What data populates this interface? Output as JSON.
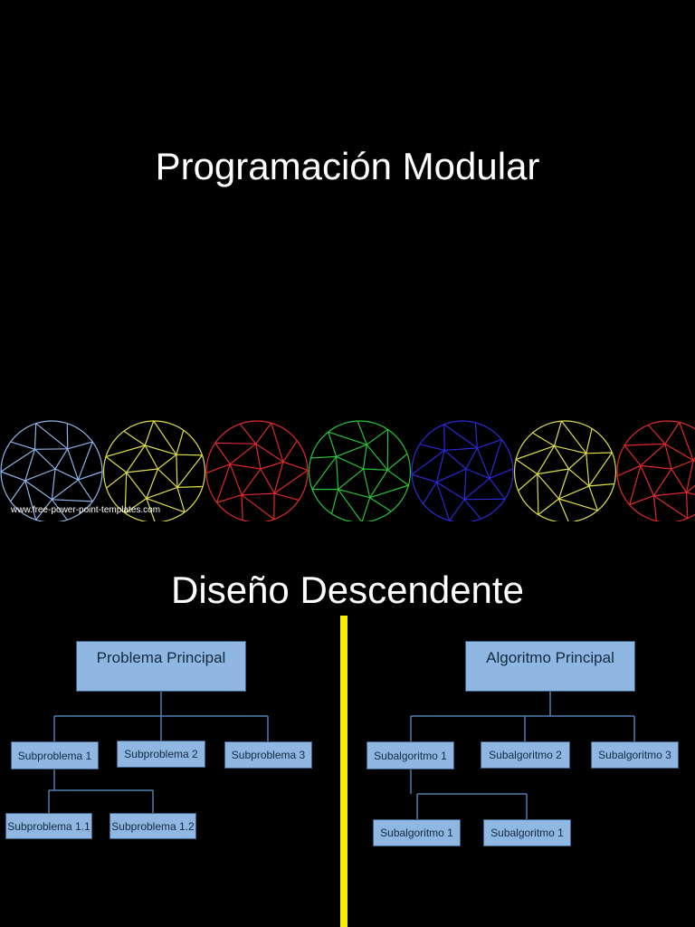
{
  "slide1": {
    "title": "Programación Modular",
    "credit": "www.free-power-point-templates.com",
    "sphere_colors": [
      "#8fb3e6",
      "#dede4a",
      "#e02a2a",
      "#27c43a",
      "#2a2ad6",
      "#dede4a",
      "#e02a2a"
    ]
  },
  "slide2": {
    "title": "Diseño Descendente",
    "divider_color": "#f4f000",
    "left_tree": {
      "root": "Problema Principal",
      "level1": [
        "Subproblema 1",
        "Subproblema 2",
        "Subproblema 3"
      ],
      "level2": [
        "Subproblema 1.1",
        "Subproblema 1.2"
      ]
    },
    "right_tree": {
      "root": "Algoritmo Principal",
      "level1": [
        "Subalgoritmo 1",
        "Subalgoritmo 2",
        "Subalgoritmo 3"
      ],
      "level2": [
        "Subalgoritmo 1",
        "Subalgoritmo 1"
      ]
    }
  }
}
